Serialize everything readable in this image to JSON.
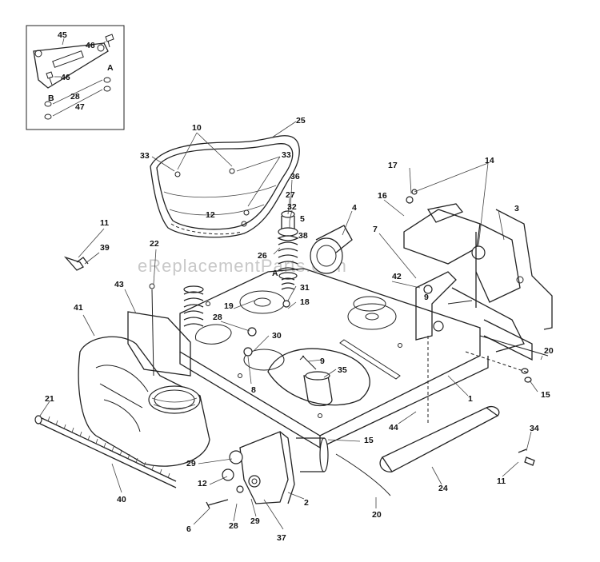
{
  "watermark": "eReplacementParts.com",
  "inset": {
    "callouts": [
      "45",
      "46",
      "A",
      "46",
      "B",
      "28",
      "47"
    ]
  },
  "callouts": [
    "25",
    "10",
    "33",
    "33",
    "36",
    "12",
    "27",
    "32",
    "5",
    "4",
    "38",
    "26",
    "A",
    "31",
    "18",
    "17",
    "14",
    "16",
    "3",
    "7",
    "42",
    "9",
    "11",
    "39",
    "22",
    "43",
    "19",
    "28",
    "30",
    "41",
    "8",
    "9",
    "35",
    "20",
    "15",
    "21",
    "1",
    "44",
    "34",
    "15",
    "29",
    "12",
    "40",
    "24",
    "11",
    "2",
    "6",
    "28",
    "29",
    "37",
    "20"
  ]
}
